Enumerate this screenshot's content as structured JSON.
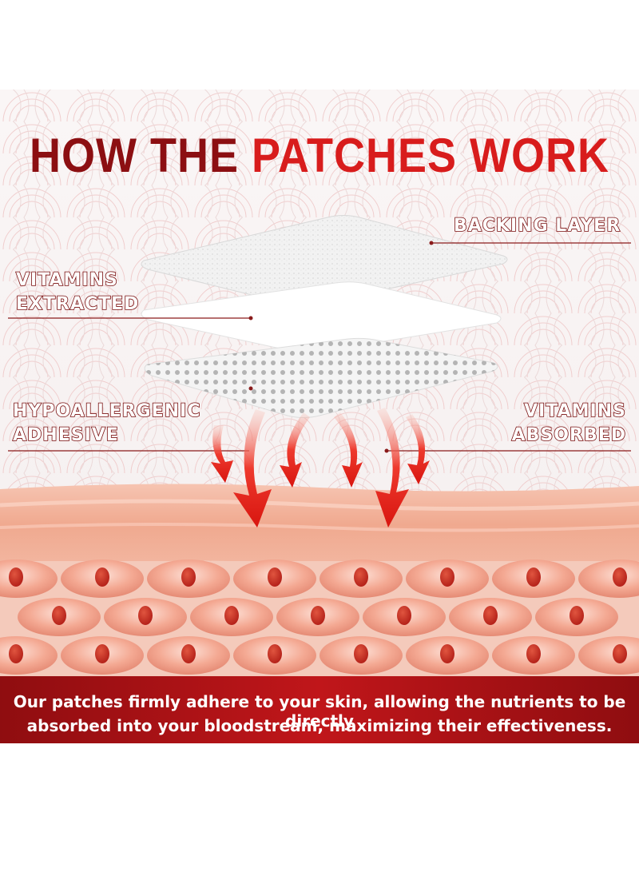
{
  "title": {
    "part1": "HOW THE ",
    "part2": "PATCHES WORK"
  },
  "labels": {
    "backing_layer": "BACKING LAYER",
    "vitamins_extracted_1": "VITAMINS",
    "vitamins_extracted_2": "EXTRACTED",
    "hypoallergenic_1": "HYPOALLERGENIC",
    "hypoallergenic_2": "ADHESIVE",
    "vitamins_absorbed_1": "VITAMINS",
    "vitamins_absorbed_2": "ABSORBED"
  },
  "banner": {
    "line1": "Our patches firmly adhere to your skin, allowing the nutrients to be directly",
    "line2": "absorbed into your bloodstream, maximizing their effectiveness."
  },
  "colors": {
    "title_dark": "#8c0f12",
    "title_bright": "#d81c1c",
    "banner": "#b01418",
    "skin": "#f3b39e",
    "arrow": "#e8231d"
  }
}
